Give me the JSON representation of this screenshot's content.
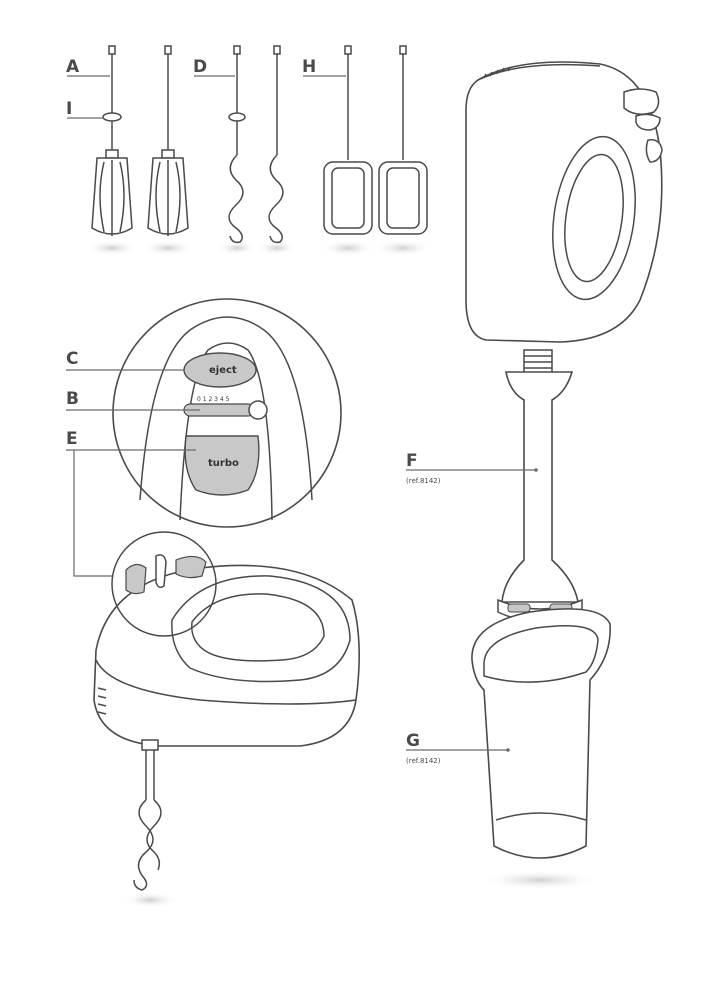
{
  "labels": {
    "A": "A",
    "I": "I",
    "D": "D",
    "H": "H",
    "C": "C",
    "B": "B",
    "E": "E",
    "F": "F",
    "G": "G"
  },
  "refs": {
    "F": "(ref.8142)",
    "G": "(ref.8142)"
  },
  "controls": {
    "eject": "eject",
    "turbo": "turbo",
    "speed_scale": "0 1 2 3 4 5"
  },
  "colors": {
    "line": "#4a4a4a",
    "button_fill": "#c8c8c8",
    "shadow": "#d9d9d9"
  }
}
